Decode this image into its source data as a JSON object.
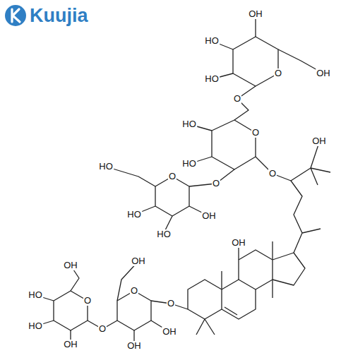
{
  "diagram": {
    "labels": [
      "Kuujia",
      "OH",
      "HO",
      "HO",
      "O",
      "OH",
      "O",
      "HO",
      "O",
      "HO",
      "O",
      "O",
      "O",
      "HO",
      "HO",
      "HO",
      "OH",
      "OH",
      "OH",
      "O",
      "O",
      "OH",
      "OH",
      "OH",
      "O",
      "O",
      "OH",
      "HO",
      "HO",
      "OH"
    ]
  }
}
